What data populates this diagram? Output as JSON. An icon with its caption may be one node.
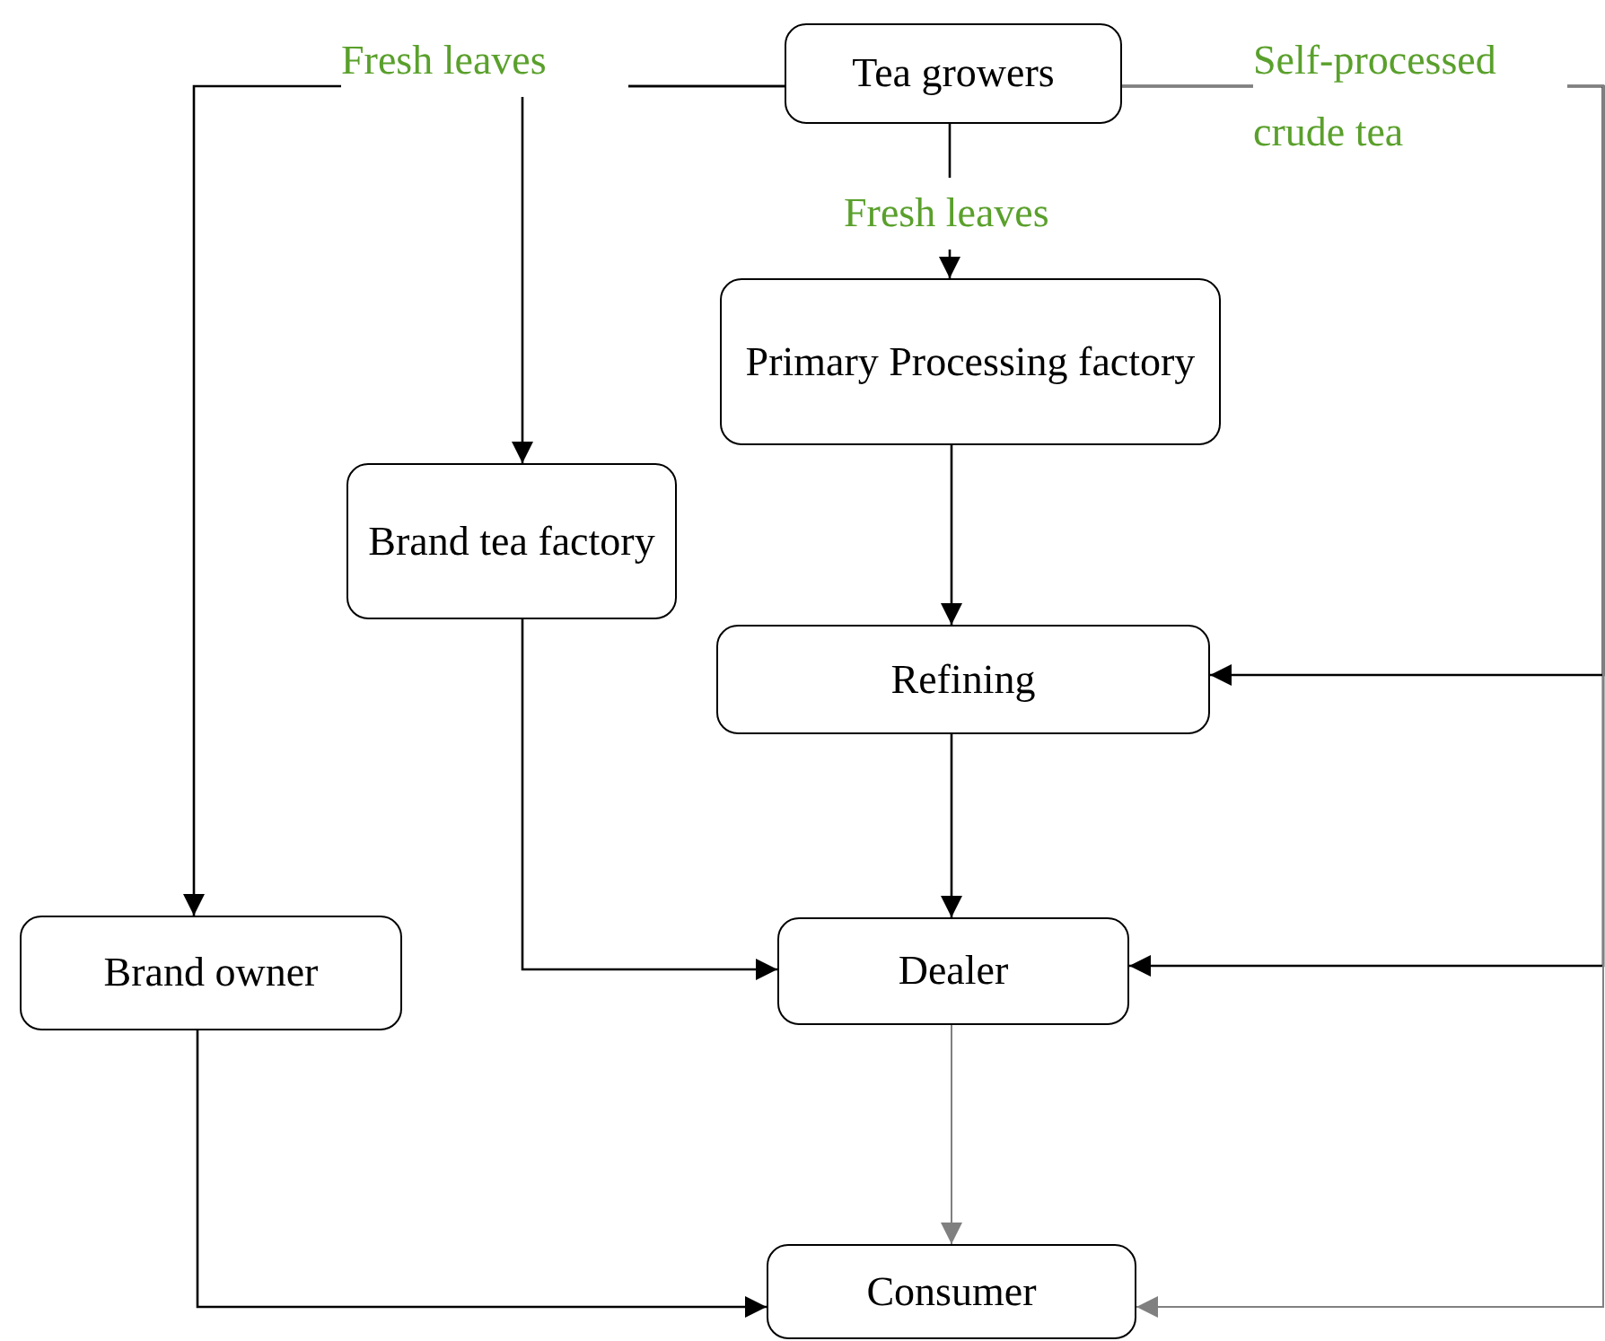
{
  "diagram": {
    "nodes": [
      {
        "text": [
          "Tea growers"
        ]
      },
      {
        "text": [
          "Primary Processing factory"
        ]
      },
      {
        "text": [
          "Brand tea factory"
        ]
      },
      {
        "text": [
          "Refining"
        ]
      },
      {
        "text": [
          "Brand owner"
        ]
      },
      {
        "text": [
          "Dealer"
        ]
      },
      {
        "text": [
          "Consumer"
        ]
      }
    ],
    "edges": [
      {
        "from": 0,
        "to": 4,
        "arrow": "to",
        "label": "Fresh leaves"
      },
      {
        "from": 0,
        "to": 2,
        "arrow": "to"
      },
      {
        "from": 0,
        "to": 1,
        "arrow": "to",
        "label": "Fresh leaves"
      },
      {
        "from": 0,
        "to": 3,
        "arrow": "to",
        "label": "Self-processed crude tea"
      },
      {
        "from": 0,
        "to": 5,
        "arrow": "to"
      },
      {
        "from": 0,
        "to": 6,
        "arrow": "to",
        "color": "#808080"
      },
      {
        "from": 1,
        "to": 3,
        "arrow": "to"
      },
      {
        "from": 2,
        "to": 5,
        "arrow": "to"
      },
      {
        "from": 3,
        "to": 5,
        "arrow": "to"
      },
      {
        "from": 5,
        "to": 6,
        "arrow": "to",
        "color": "#808080"
      },
      {
        "from": 4,
        "to": 6,
        "arrow": "to"
      }
    ]
  }
}
